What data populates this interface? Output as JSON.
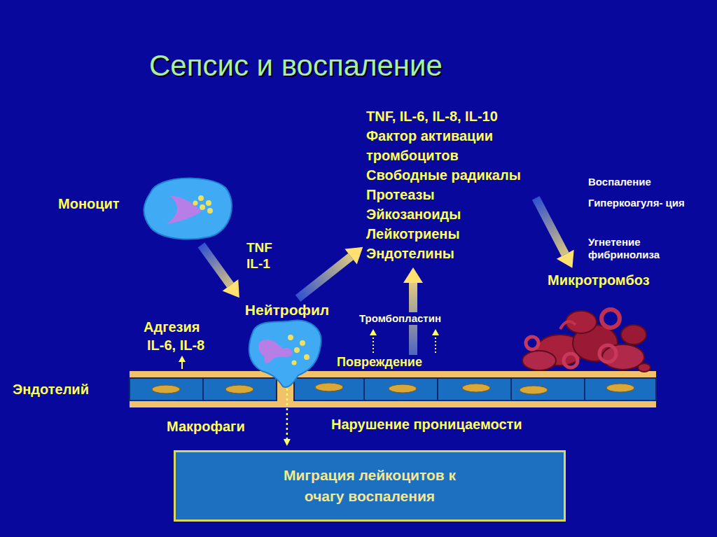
{
  "diagram": {
    "title": "Сепсис и воспаление",
    "nodes": [
      {
        "text": [
          "Моноцит"
        ]
      },
      {
        "text": [
          "TNF, IL-6, IL-8, IL-10",
          "Фактор активации тромбоцитов",
          "Свободные радикалы",
          "Протеазы",
          "Эйкозаноиды",
          "Лейкотриены",
          "Эндотелины"
        ]
      },
      {
        "text": [
          "Нейтрофил"
        ]
      },
      {
        "text": [
          "Микротромбоз"
        ]
      },
      {
        "text": [
          "Эндотелий"
        ]
      },
      {
        "text": [
          "Миграция лейкоцитов к очагу воспаления"
        ]
      }
    ],
    "edges": [
      {
        "from": 0,
        "to": 2,
        "label": "TNF IL-1",
        "arrow": "to"
      },
      {
        "from": 2,
        "to": 1,
        "arrow": "to"
      },
      {
        "from": 1,
        "to": 3,
        "arrow": "to"
      },
      {
        "from": 4,
        "to": 1,
        "label": "Тромбопластин",
        "arrow": "to"
      },
      {
        "from": 2,
        "to": 5,
        "arrow": "to"
      }
    ],
    "labels": [
      "Адгезия",
      "IL-6, IL-8",
      "Повреждение",
      "Макрофаги",
      "Нарушение проницаемости",
      "Воспаление",
      "Гиперкоагуля- ция",
      "Угнетение фибринолиза"
    ]
  }
}
